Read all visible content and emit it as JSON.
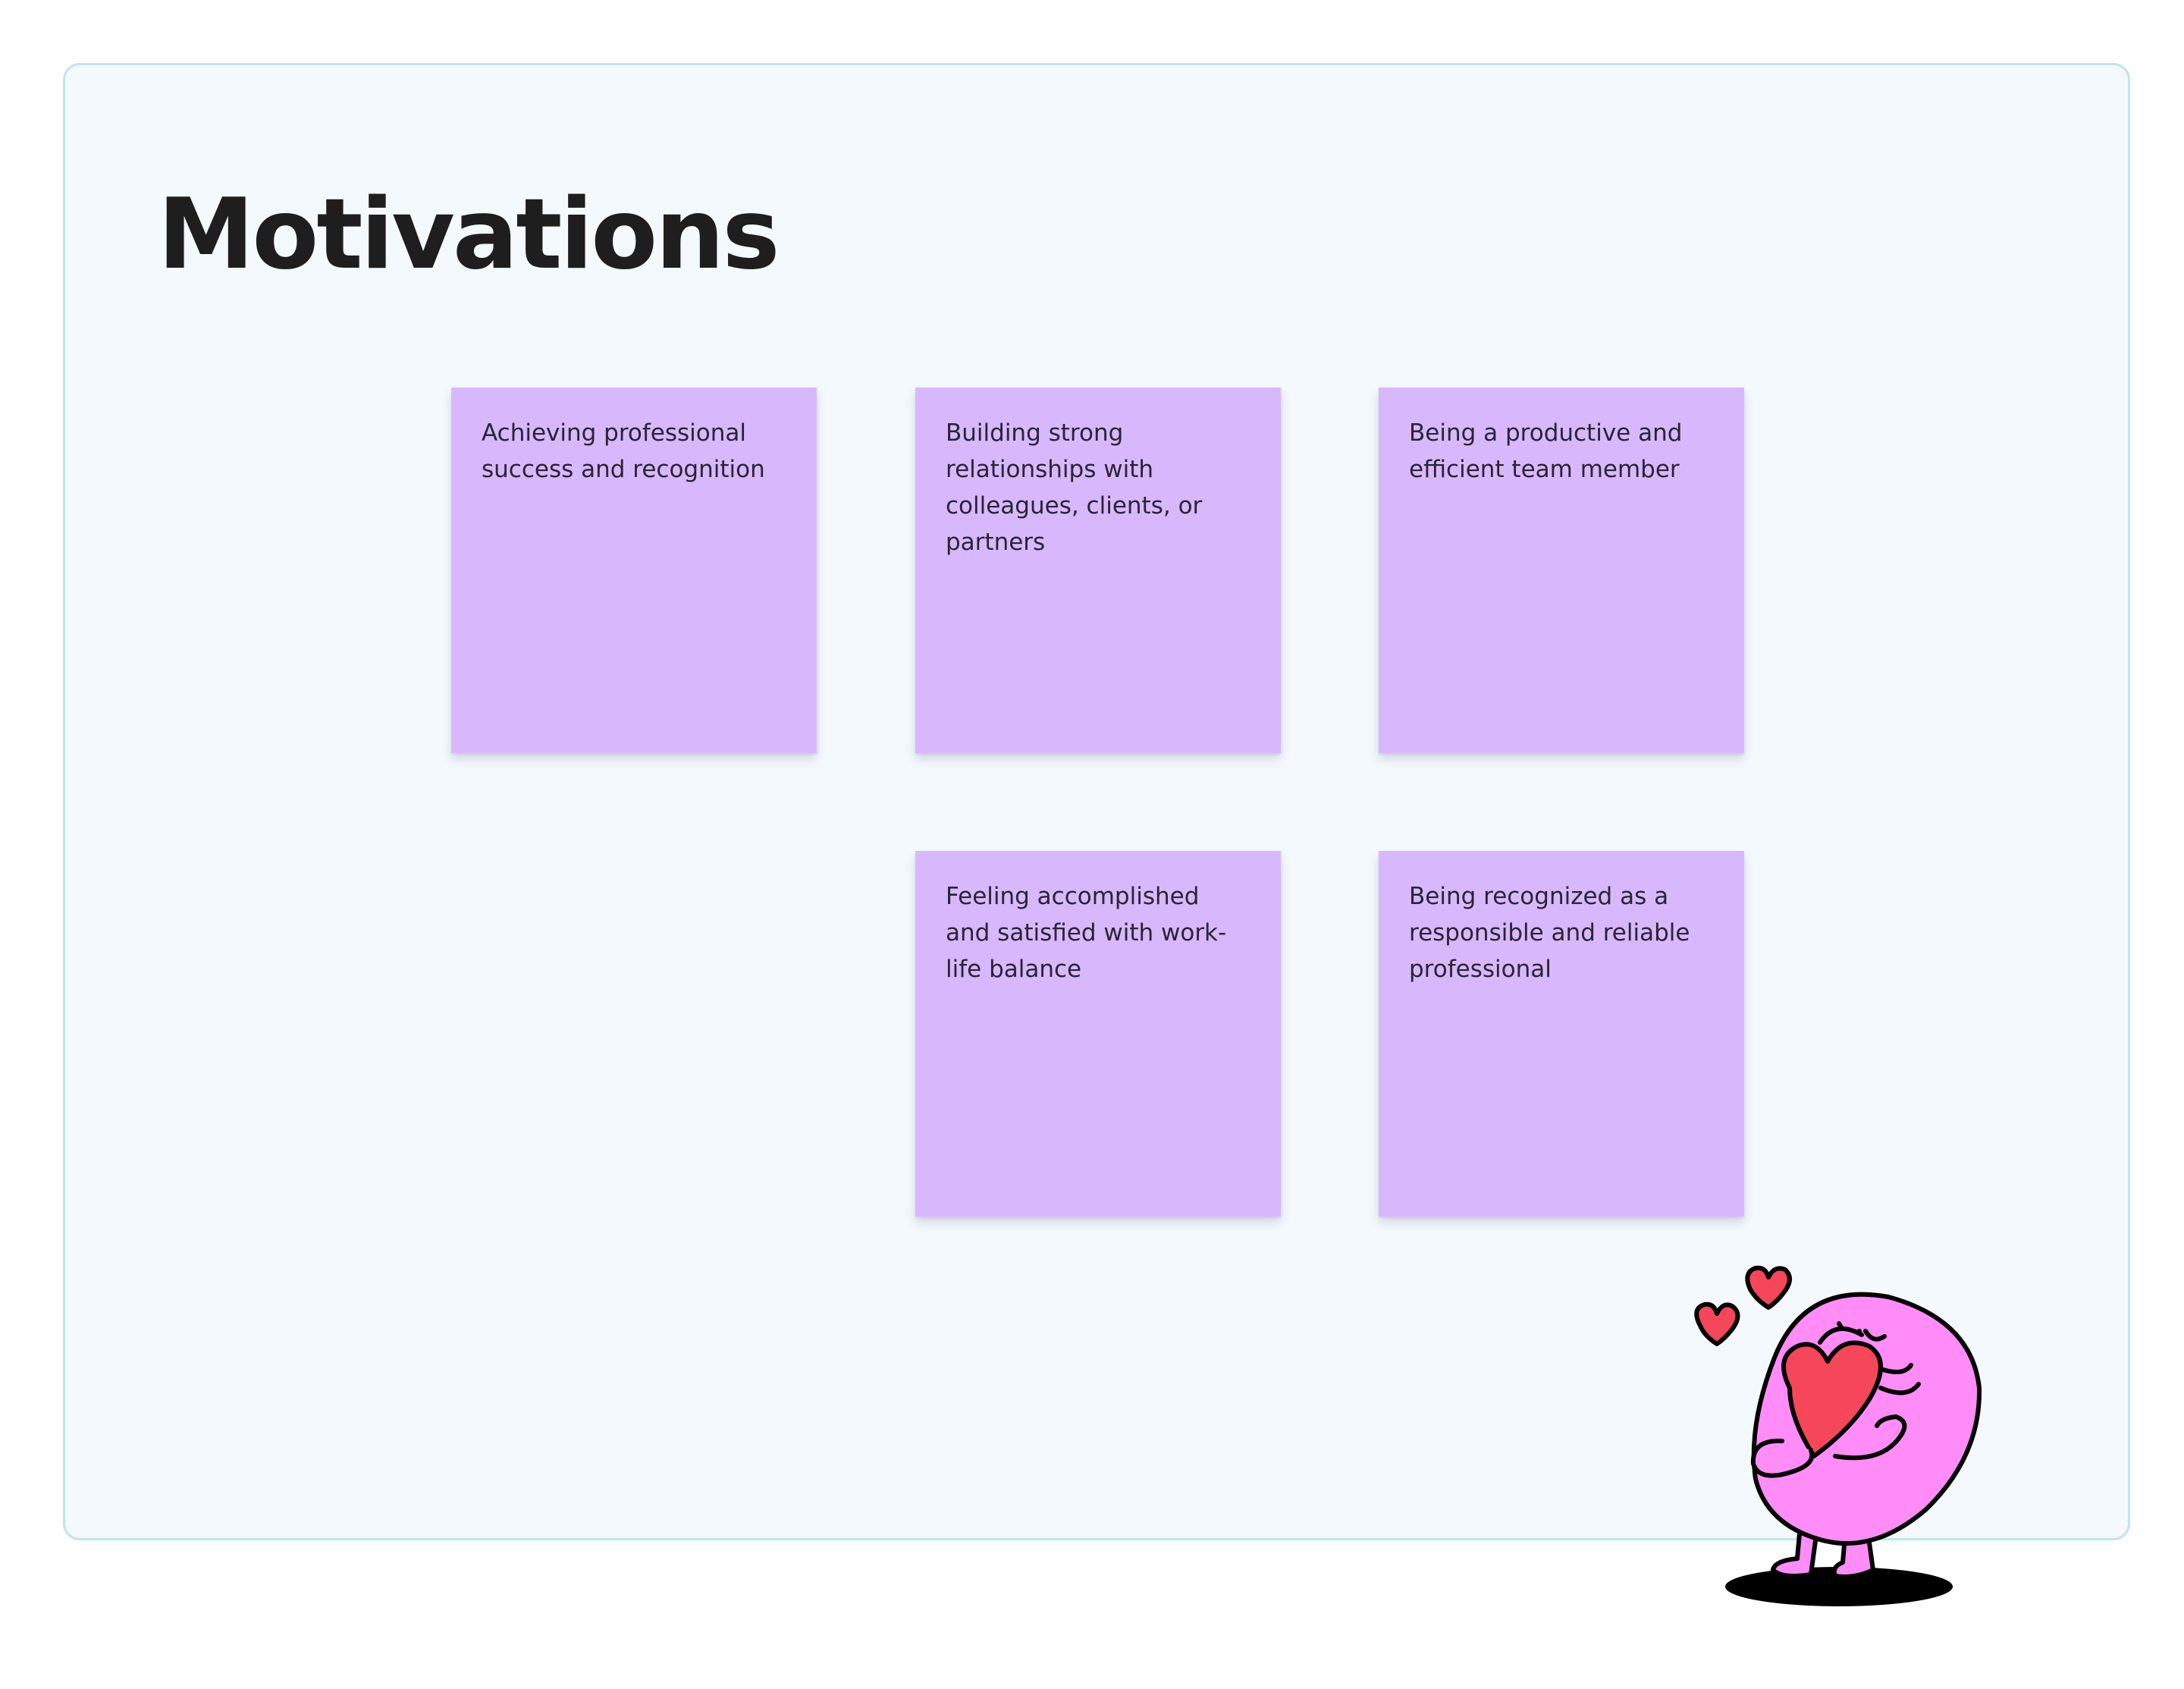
{
  "board": {
    "title": "Motivations",
    "notes": [
      {
        "text": "Achieving professional success and recognition"
      },
      {
        "text": "Building strong relationships with colleagues, clients, or partners"
      },
      {
        "text": "Being a productive and efficient team member"
      },
      {
        "text": "Feeling accomplished and satisfied with work-life balance"
      },
      {
        "text": "Being recognized as a responsible and reliable professional"
      }
    ]
  },
  "colors": {
    "board_background": "#f4f9fd",
    "board_border": "#bfe3f5",
    "sticky_note": "#d8b8fd",
    "mascot_body": "#ff8cf7",
    "heart": "#f5465a"
  },
  "icons": {
    "mascot": "heart-hugging-character-illustration"
  }
}
